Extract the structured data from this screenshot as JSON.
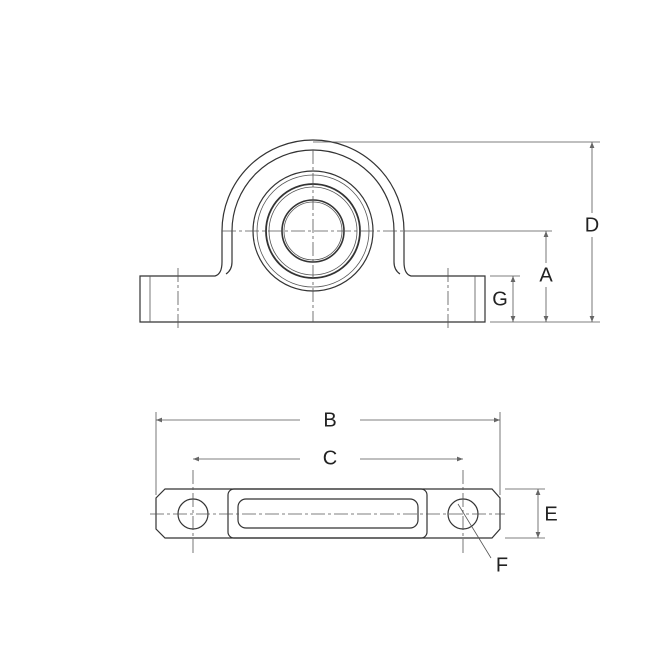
{
  "drawing": {
    "labels": {
      "A": "A",
      "B": "B",
      "C": "C",
      "D": "D",
      "E": "E",
      "F": "F",
      "G": "G"
    },
    "line_color": "#333333"
  }
}
